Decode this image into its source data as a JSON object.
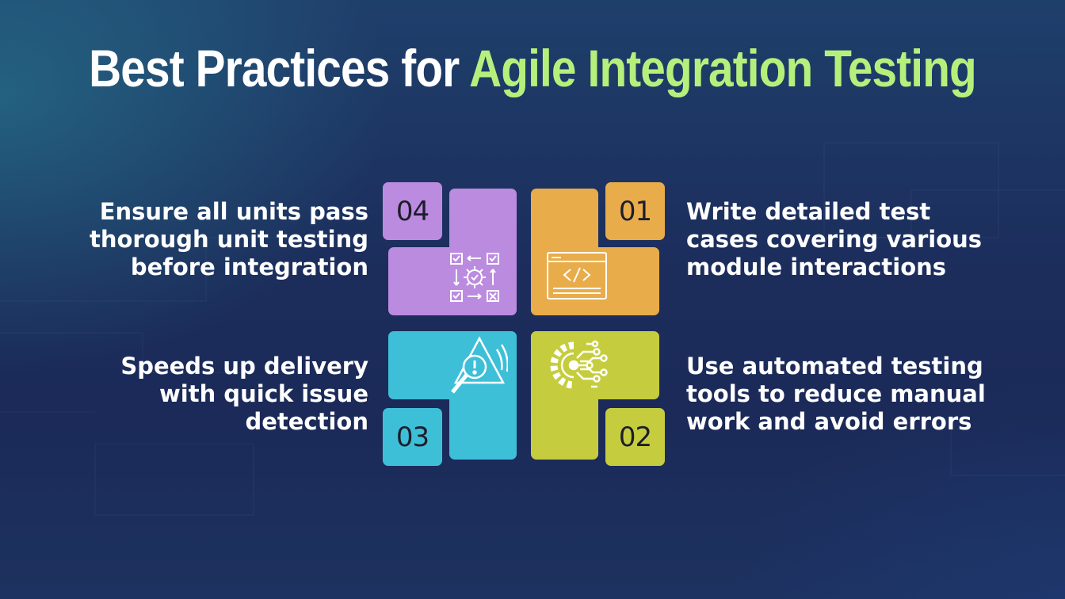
{
  "title": {
    "prefix": "Best Practices for",
    "accent": "Agile Integration Testing"
  },
  "steps": [
    {
      "number": "01",
      "text_lines": [
        "Write detailed test",
        "cases covering various",
        "module interactions"
      ],
      "color": "#e8ac4b",
      "icon": "code-window-icon"
    },
    {
      "number": "02",
      "text_lines": [
        "Use automated testing",
        "tools to reduce manual",
        "work and avoid errors"
      ],
      "color": "#c5cd3e",
      "icon": "gear-circuit-icon"
    },
    {
      "number": "03",
      "text_lines": [
        "Speeds up delivery",
        "with quick issue",
        "detection"
      ],
      "color": "#3ebfd8",
      "icon": "alert-magnifier-icon"
    },
    {
      "number": "04",
      "text_lines": [
        "Ensure all units pass",
        "thorough unit testing",
        "before integration"
      ],
      "color": "#bb8be0",
      "icon": "gear-checklist-icon"
    }
  ],
  "colors": {
    "accent": "#b6f07c",
    "background": "#1c2d5c"
  }
}
